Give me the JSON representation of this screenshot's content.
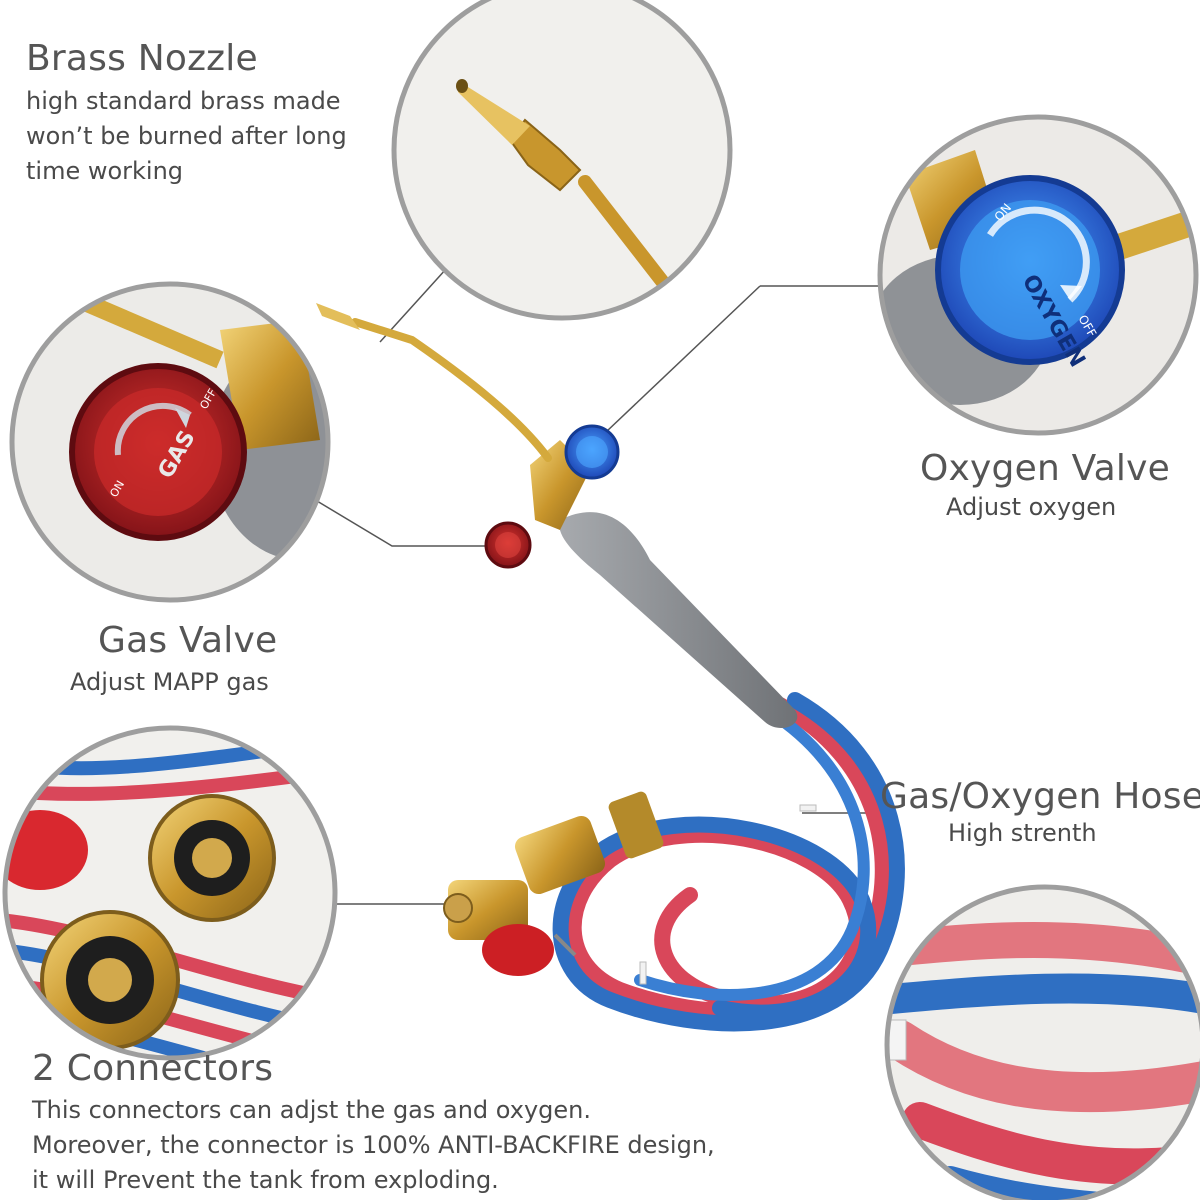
{
  "callouts": {
    "brass_nozzle": {
      "title": "Brass Nozzle",
      "lines": [
        "high standard brass made",
        "won’t be burned after long",
        "time working"
      ]
    },
    "oxygen_valve": {
      "title": "Oxygen Valve",
      "desc": "Adjust oxygen",
      "knob_text": "OXYGEN",
      "knob_on": "ON",
      "knob_off": "OFF"
    },
    "gas_valve": {
      "title": "Gas Valve",
      "desc": "Adjust MAPP gas",
      "knob_text": "GAS",
      "knob_on": "ON",
      "knob_off": "OFF"
    },
    "hose": {
      "title": "Gas/Oxygen Hose",
      "desc": "High strenth"
    },
    "connectors": {
      "title": "2 Connectors",
      "lines": [
        "This connectors can adjst the gas and oxygen.",
        "Moreover, the connector is 100% ANTI-BACKFIRE design,",
        "it will Prevent the tank from exploding."
      ]
    }
  },
  "colors": {
    "brass": "#d4a93c",
    "oxygen_knob": "#1f4fc9",
    "gas_knob": "#9b1a1f",
    "handle": "#8e9196",
    "hose_blue": "#2f6fc2",
    "hose_red": "#d9475a",
    "circle_border": "#9e9e9e",
    "leader_line": "#555555"
  }
}
